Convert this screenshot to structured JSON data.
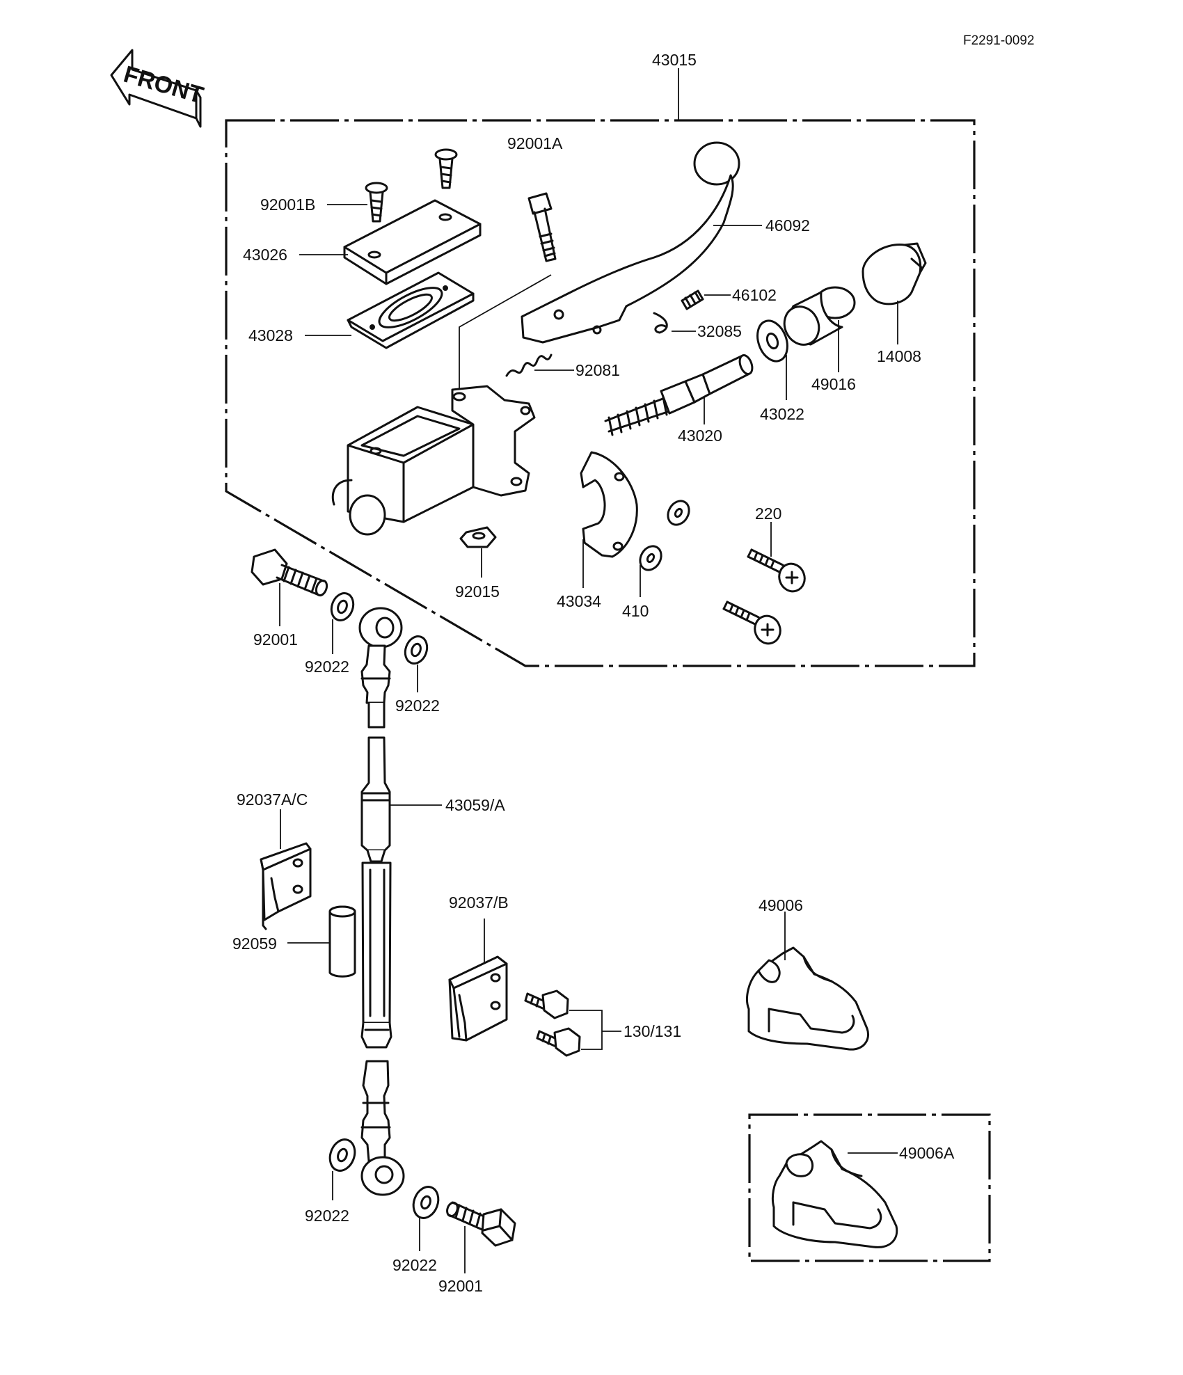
{
  "diagram": {
    "code": "F2291-0092",
    "front_label": "FRONT",
    "labels": {
      "p43015": "43015",
      "p92001A": "92001A",
      "p92001B": "92001B",
      "p46092": "46092",
      "p43026": "43026",
      "p46102": "46102",
      "p43028": "43028",
      "p32085": "32085",
      "p14008": "14008",
      "p92081": "92081",
      "p49016": "49016",
      "p43022": "43022",
      "p43020": "43020",
      "p220": "220",
      "p92015": "92015",
      "p43034": "43034",
      "p410": "410",
      "p92001_top": "92001",
      "p92022_a": "92022",
      "p92022_b": "92022",
      "p92037AC": "92037A/C",
      "p43059A": "43059/A",
      "p92037B": "92037/B",
      "p49006": "49006",
      "p92059": "92059",
      "p130_131": "130/131",
      "p49006A": "49006A",
      "p92022_c": "92022",
      "p92022_d": "92022",
      "p92001_bottom": "92001"
    }
  }
}
